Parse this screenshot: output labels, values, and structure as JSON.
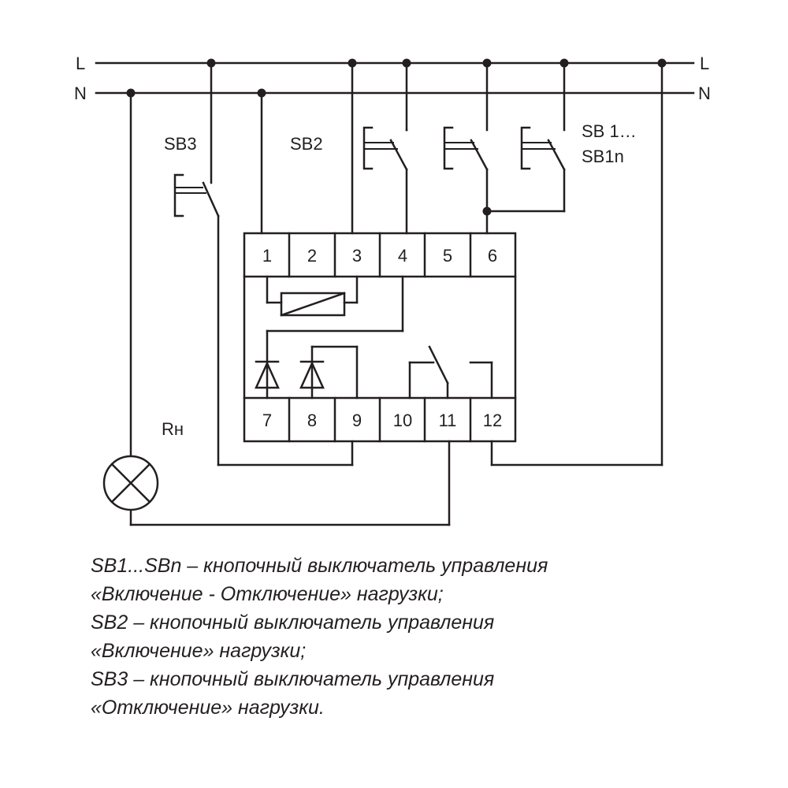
{
  "diagram": {
    "bus_lines": {
      "l_left": "L",
      "l_right": "L",
      "n_left": "N",
      "n_right": "N"
    },
    "switch_labels": {
      "sb3": "SB3",
      "sb2": "SB2",
      "sb1_line1": "SB 1…",
      "sb1_line2": "SB1n"
    },
    "load_label": "Rн",
    "terminals_top": [
      "1",
      "2",
      "3",
      "4",
      "5",
      "6"
    ],
    "terminals_bottom": [
      "7",
      "8",
      "9",
      "10",
      "11",
      "12"
    ]
  },
  "legend": {
    "lines": [
      "SB1...SBn – кнопочный выключатель управления",
      "«Включение - Отключение» нагрузки;",
      "SB2 – кнопочный выключатель управления",
      "«Включение» нагрузки;",
      "SB3 – кнопочный выключатель управления",
      "«Отключение» нагрузки."
    ]
  }
}
